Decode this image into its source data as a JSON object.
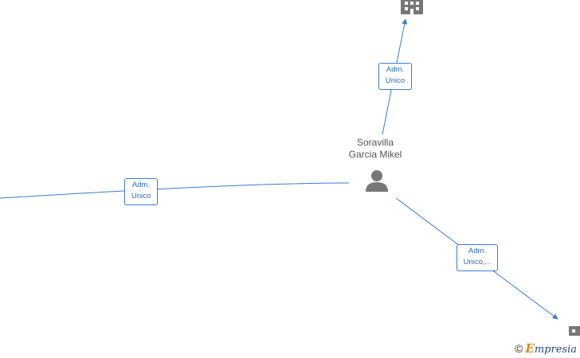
{
  "person": {
    "name_line1": "Soravilla",
    "name_line2": "Garcia Mikel",
    "icon": "person-icon"
  },
  "relations": [
    {
      "label_line1": "Adm.",
      "label_line2": "Unico",
      "target_icon": "building-icon"
    },
    {
      "label_line1": "Adm.",
      "label_line2": "Unico",
      "target_icon": ""
    },
    {
      "label_line1": "Adm.",
      "label_line2": "Unico,...",
      "target_icon": "building-icon"
    }
  ],
  "watermark": {
    "symbol": "©",
    "brand_first": "E",
    "brand_rest": "mpresia"
  },
  "colors": {
    "edge": "#3a7bd5",
    "icon": "#777777"
  }
}
